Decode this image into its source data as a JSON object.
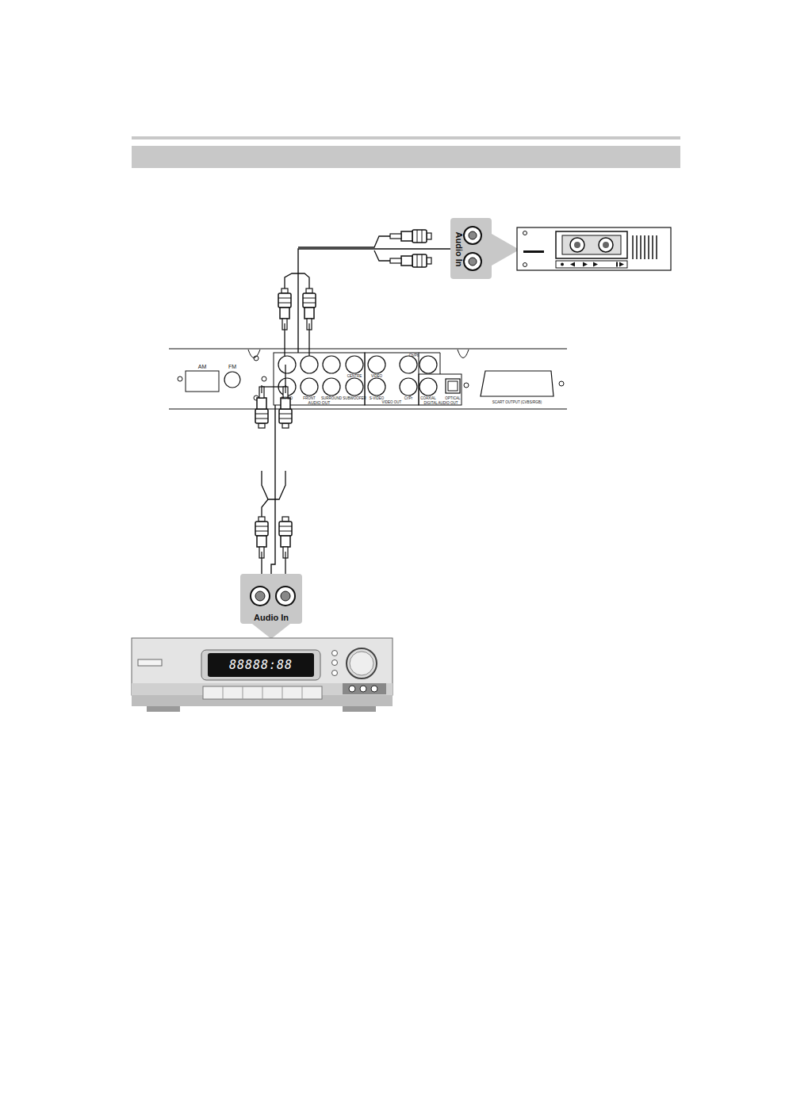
{
  "diagram": {
    "nodes": [
      {
        "text": [
          "Audio In"
        ]
      },
      {
        "text": [
          "AUDIO OUT"
        ]
      },
      {
        "text": [
          "Audio In"
        ]
      }
    ],
    "edges": [
      {
        "from": 1,
        "to": 0,
        "arrow": "none"
      },
      {
        "from": 1,
        "to": 2,
        "arrow": "none"
      }
    ],
    "labels": [
      "AM",
      "FM",
      "CENTRE",
      "VIDEO",
      "MIXED",
      "FRONT",
      "SURROUND",
      "SUBWOOFER",
      "S-VIDEO",
      "VIDEO OUT",
      "Cr/Pr",
      "Cb/Pb",
      "COAXIAL",
      "OPTICAL",
      "DIGITAL AUDIO OUT",
      "SCART OUTPUT (CVBS/RGB)",
      "88888:88"
    ]
  }
}
